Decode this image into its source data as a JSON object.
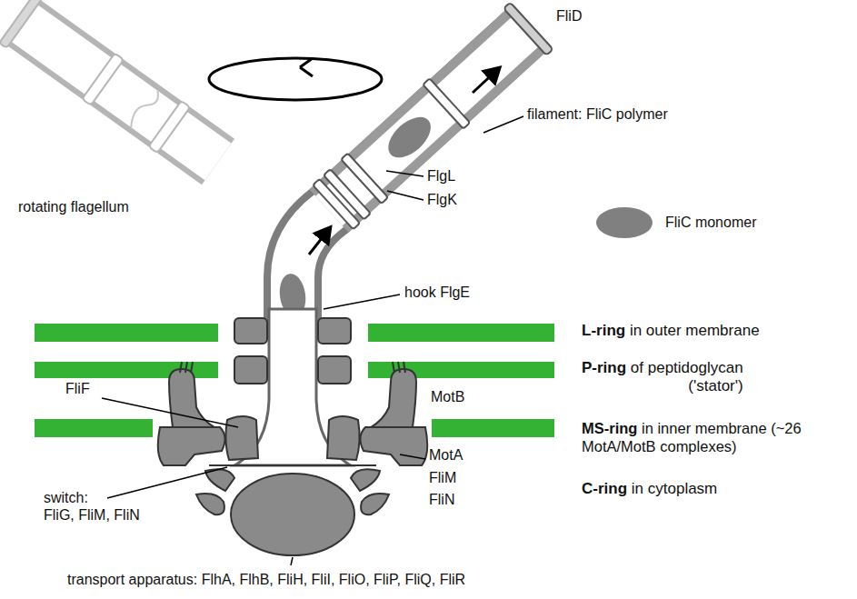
{
  "diagram": {
    "labels": [
      "FliD",
      "rotating flagellum",
      "filament: FliC polymer",
      "FlgL",
      "FlgK",
      "hook FlgE",
      "L-ring in outer membrane",
      "P-ring of peptidoglycan ('stator')",
      "FliF",
      "MotB",
      "MS-ring in inner membrane (~26 MotA/MotB complexes)",
      "MotA",
      "switch: FliG, FliM, FliN",
      "FliM",
      "C-ring in cytoplasm",
      "FliN",
      "transport apparatus: FlhA, FlhB, FliH, FliI, FliO, FliP, FliQ, FliR"
    ],
    "legend": [
      {
        "text": "FliC monomer",
        "color": "#808080"
      }
    ]
  }
}
